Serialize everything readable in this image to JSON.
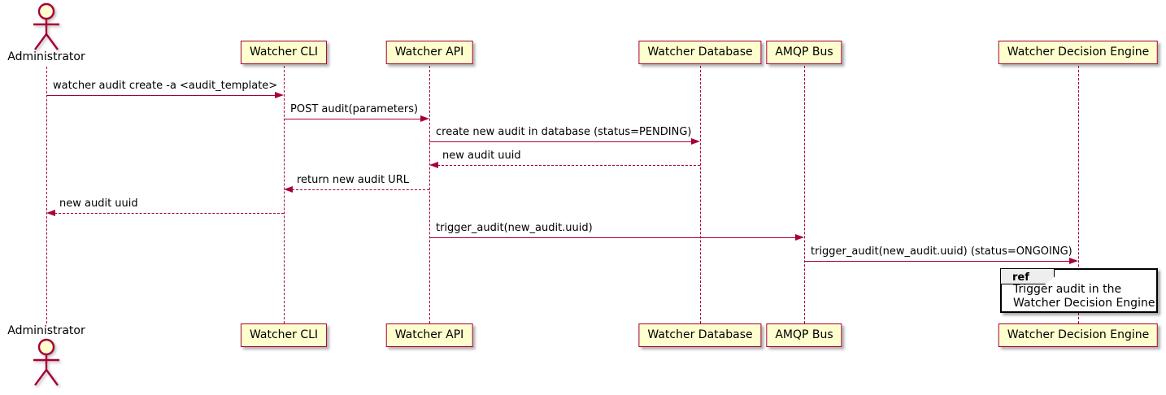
{
  "diagram": {
    "type": "sequence-diagram",
    "participants": [
      {
        "name": "Administrator",
        "kind": "actor"
      },
      {
        "name": "Watcher CLI",
        "kind": "participant"
      },
      {
        "name": "Watcher API",
        "kind": "participant"
      },
      {
        "name": "Watcher Database",
        "kind": "participant"
      },
      {
        "name": "AMQP Bus",
        "kind": "participant"
      },
      {
        "name": "Watcher Decision Engine",
        "kind": "participant"
      }
    ],
    "messages": [
      {
        "from": "Administrator",
        "to": "Watcher CLI",
        "text": "watcher audit create -a <audit_template>",
        "line": "solid"
      },
      {
        "from": "Watcher CLI",
        "to": "Watcher API",
        "text": "POST audit(parameters)",
        "line": "solid"
      },
      {
        "from": "Watcher API",
        "to": "Watcher Database",
        "text": "create new audit in database (status=PENDING)",
        "line": "solid"
      },
      {
        "from": "Watcher Database",
        "to": "Watcher API",
        "text": "new audit uuid",
        "line": "dashed"
      },
      {
        "from": "Watcher API",
        "to": "Watcher CLI",
        "text": "return new audit URL",
        "line": "dashed"
      },
      {
        "from": "Watcher CLI",
        "to": "Administrator",
        "text": "new audit uuid",
        "line": "dashed"
      },
      {
        "from": "Watcher API",
        "to": "AMQP Bus",
        "text": "trigger_audit(new_audit.uuid)",
        "line": "solid"
      },
      {
        "from": "AMQP Bus",
        "to": "Watcher Decision Engine",
        "text": "trigger_audit(new_audit.uuid) (status=ONGOING)",
        "line": "solid"
      }
    ],
    "ref_fragment": {
      "keyword": "ref",
      "over": "Watcher Decision Engine",
      "lines": [
        "Trigger audit in the",
        "Watcher Decision Engine"
      ]
    },
    "colors": {
      "participant_fill": "#FEFECE",
      "stroke": "#A80036",
      "text": "#000000",
      "ref_header_fill": "#EEEEEE",
      "ref_border": "#000000",
      "background": "#FFFFFF"
    }
  }
}
